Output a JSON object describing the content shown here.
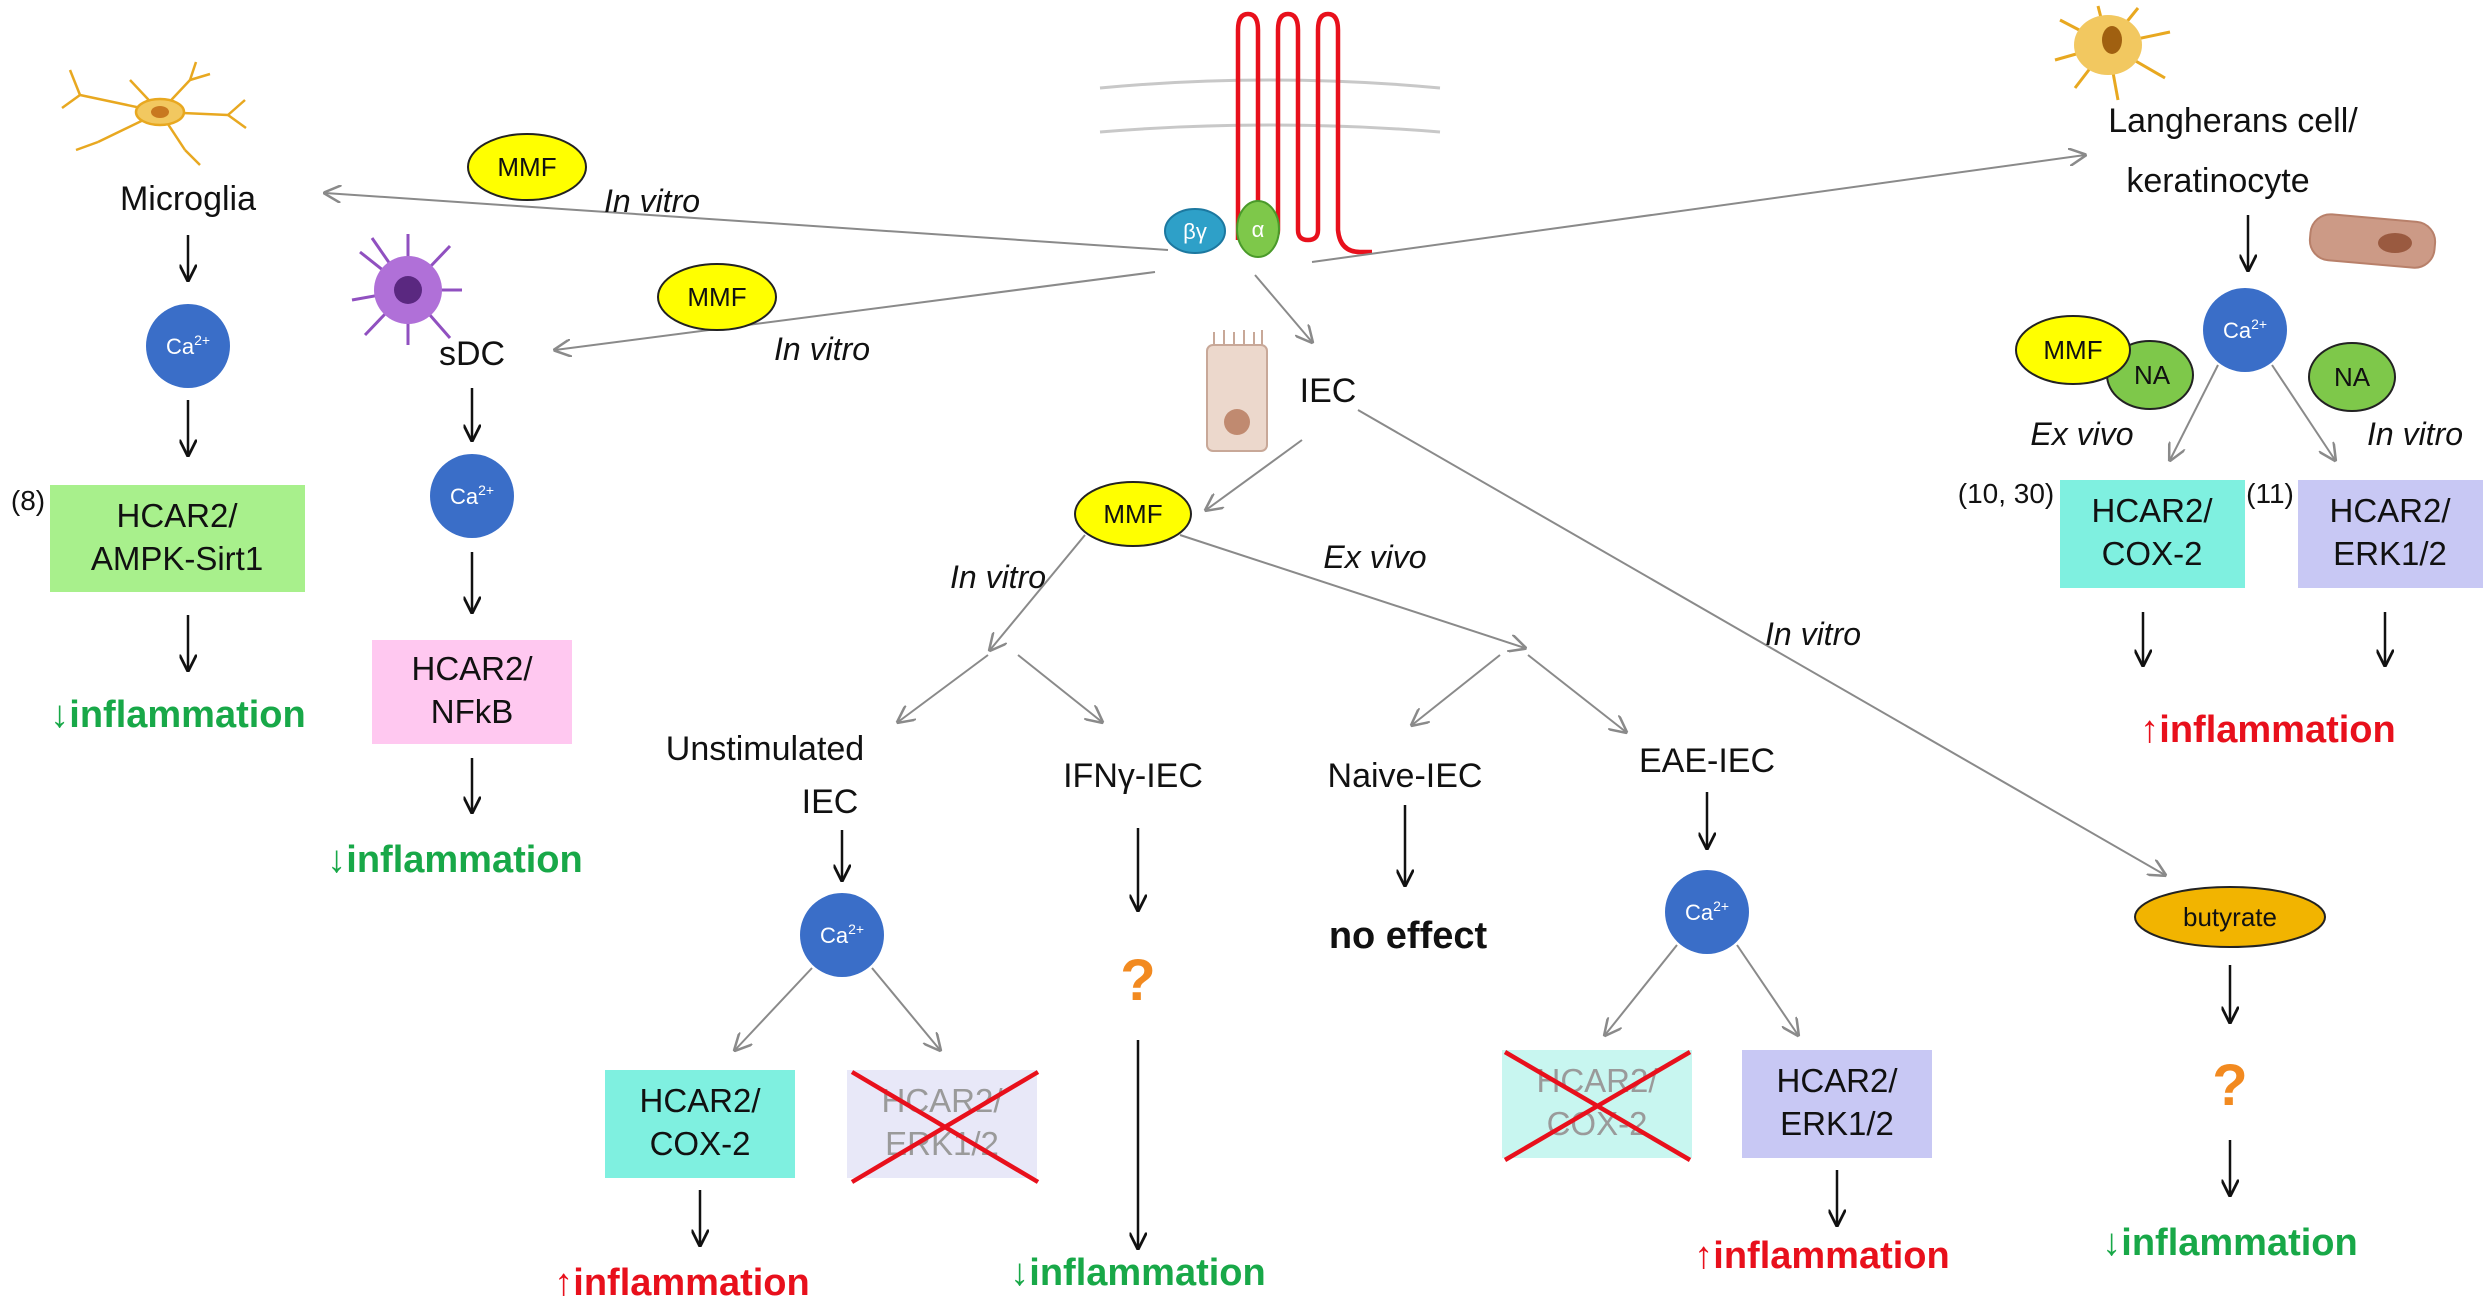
{
  "colors": {
    "mmf": "#ffff00",
    "ca": "#3a6ec8",
    "na": "#7ec84a",
    "hcar2_ampk": "#a8f08c",
    "hcar2_nfkb": "#ffc8f0",
    "hcar2_cox2": "#7ff0e0",
    "hcar2_erk": "#c8c8f4",
    "butyrate": "#f2b400",
    "down_green": "#18a848",
    "up_red": "#e8101c",
    "question": "#f28a20",
    "receptor": "#e8101c"
  },
  "receptor": {
    "beta_gamma": "βγ",
    "alpha": "α"
  },
  "microglia": {
    "label": "Microglia",
    "mmf": "MMF",
    "context": "In vitro",
    "ca": "Ca",
    "ca_sup": "2+",
    "ref": "(8)",
    "pathway_line1": "HCAR2/",
    "pathway_line2": "AMPK-Sirt1",
    "outcome": "↓inflammation"
  },
  "sdc": {
    "label": "sDC",
    "mmf": "MMF",
    "context": "In vitro",
    "ca": "Ca",
    "ca_sup": "2+",
    "pathway_line1": "HCAR2/",
    "pathway_line2": "NFkB",
    "outcome": "↓inflammation"
  },
  "iec": {
    "label": "IEC",
    "mmf": "MMF",
    "in_vitro": "In vitro",
    "ex_vivo": "Ex vivo",
    "butyrate_context": "In vitro",
    "unstimulated_line1": "Unstimulated",
    "unstimulated_line2": "IEC",
    "ifng": "IFNγ-IEC",
    "naive": "Naive-IEC",
    "eae": "EAE-IEC",
    "ca": "Ca",
    "ca_sup": "2+",
    "unstim_cox_line1": "HCAR2/",
    "unstim_cox_line2": "COX-2",
    "unstim_erk_line1": "HCAR2/",
    "unstim_erk_line2": "ERK1/2",
    "unstim_outcome": "↑inflammation",
    "ifng_question": "?",
    "ifng_outcome": "↓inflammation",
    "naive_outcome": "no effect",
    "eae_cox_line1": "HCAR2/",
    "eae_cox_line2": "COX-2",
    "eae_erk_line1": "HCAR2/",
    "eae_erk_line2": "ERK1/2",
    "eae_outcome": "↑inflammation",
    "butyrate": "butyrate",
    "butyrate_question": "?",
    "butyrate_outcome": "↓inflammation"
  },
  "langerhans": {
    "label_line1": "Langherans cell/",
    "label_line2": "keratinocyte",
    "ca": "Ca",
    "ca_sup": "2+",
    "mmf": "MMF",
    "na_left": "NA",
    "na_right": "NA",
    "ex_vivo": "Ex vivo",
    "in_vitro": "In vitro",
    "ref_left": "(10, 30)",
    "ref_right": "(11)",
    "cox_line1": "HCAR2/",
    "cox_line2": "COX-2",
    "erk_line1": "HCAR2/",
    "erk_line2": "ERK1/2",
    "outcome": "↑inflammation"
  }
}
